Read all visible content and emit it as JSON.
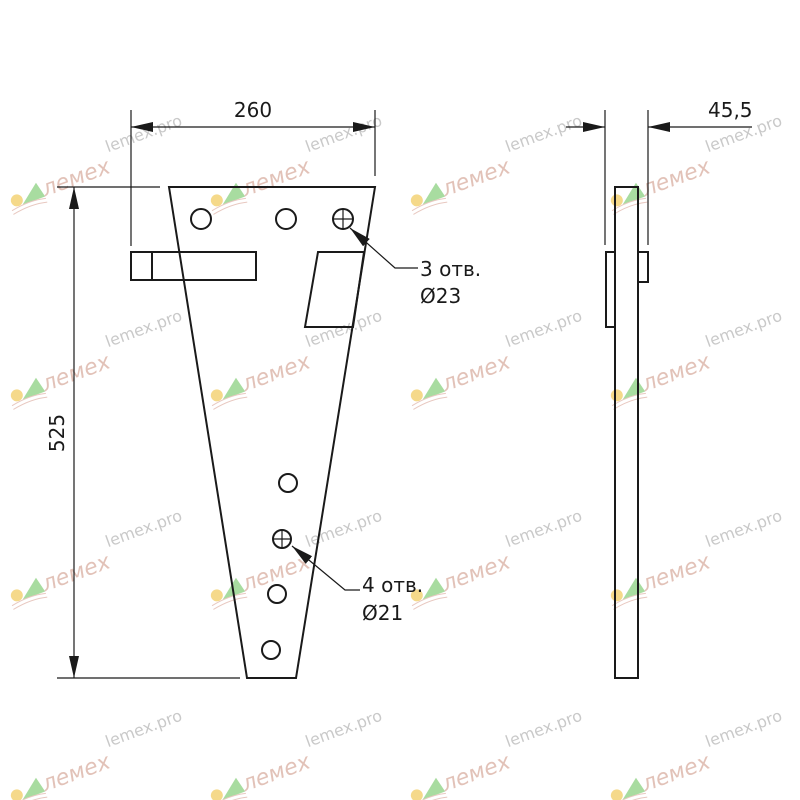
{
  "watermark": {
    "brand": "лемех",
    "site": "lemex.pro"
  },
  "dimensions": {
    "width": "260",
    "height": "525",
    "thickness": "45,5"
  },
  "callouts": [
    {
      "count": "3 отв.",
      "diameter": "Ø23"
    },
    {
      "count": "4 отв.",
      "diameter": "Ø21"
    }
  ],
  "colors": {
    "line": "#1a1a1a",
    "watermark_text": "#c9c9c9",
    "logo_sun": "#f5d98a",
    "logo_leaf": "#a8dca0"
  }
}
